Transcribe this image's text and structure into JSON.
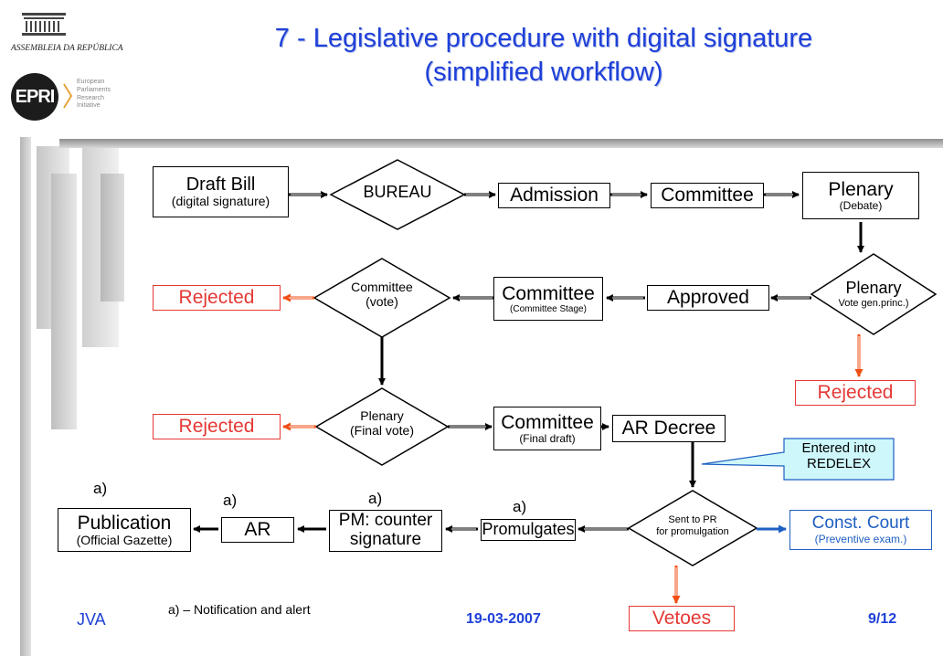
{
  "header": {
    "logo1_text": "ASSEMBLEIA DA REPÚBLICA",
    "logo2_text": "EPRI",
    "logo2_sub": [
      "European",
      "Parliaments",
      "Research",
      "Initiative"
    ],
    "title_line1": "7 - Legislative procedure with digital signature",
    "title_line2": "(simplified workflow)"
  },
  "colors": {
    "title": "#1e40d8",
    "red": "#e53935",
    "blue": "#1e5fc2",
    "note_fill": "#cdf7fb"
  },
  "nodes": {
    "draft_bill": {
      "main": "Draft Bill",
      "sub": "(digital signature)"
    },
    "bureau": {
      "main": "BUREAU"
    },
    "admission": {
      "main": "Admission"
    },
    "committee1": {
      "main": "Committee"
    },
    "plenary1": {
      "main": "Plenary",
      "sub": "(Debate)"
    },
    "plenary2": {
      "main": "Plenary",
      "sub": "Vote gen.princ.)"
    },
    "rejected_right": {
      "main": "Rejected"
    },
    "approved": {
      "main": "Approved"
    },
    "committee_stage": {
      "main": "Committee",
      "sub": "(Committee Stage)"
    },
    "committee_vote": {
      "main": "Committee",
      "sub": "(vote)"
    },
    "rejected_1": {
      "main": "Rejected"
    },
    "plenary_final": {
      "main": "Plenary",
      "sub": "(Final vote)"
    },
    "rejected_2": {
      "main": "Rejected"
    },
    "committee_final": {
      "main": "Committee",
      "sub": "(Final draft)"
    },
    "ar_decree": {
      "main": "AR Decree"
    },
    "redelex_note": {
      "line1": "Entered into",
      "line2": "REDELEX"
    },
    "sent_to_pr": {
      "line1": "Sent to PR",
      "line2": "for promulgation"
    },
    "const_court": {
      "main": "Const. Court",
      "sub": "(Preventive exam.)"
    },
    "vetoes": {
      "main": "Vetoes"
    },
    "promulgates": {
      "main": "Promulgates"
    },
    "pm_counter": {
      "line1": "PM: counter",
      "line2": "signature"
    },
    "ar": {
      "main": "AR"
    },
    "publication": {
      "main": "Publication",
      "sub": "(Official Gazette)"
    }
  },
  "notes": {
    "a_label": "a)"
  },
  "footer": {
    "author": "JVA",
    "legend": "a) – Notification and alert",
    "date": "19-03-2007",
    "page": "9/12"
  }
}
